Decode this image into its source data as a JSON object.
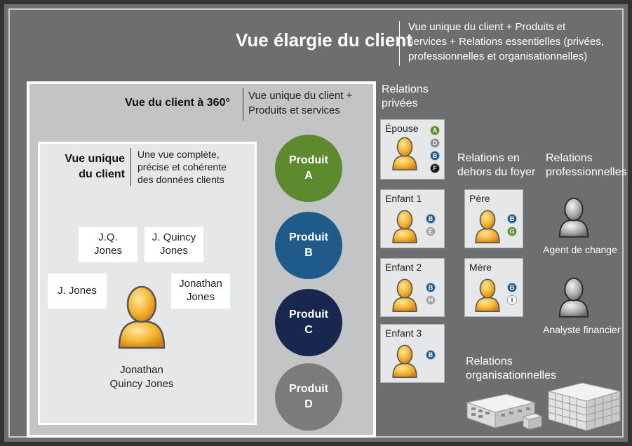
{
  "header": {
    "title": "Vue élargie du client",
    "description_lines": [
      "Vue unique du client + Produits et",
      "services + Relations essentielles (privées,",
      "professionnelles et organisationnelles)"
    ]
  },
  "view360": {
    "title": "Vue du client à 360°",
    "description_lines": [
      "Vue unique du client +",
      "Produits et services"
    ]
  },
  "single_view": {
    "title_lines": [
      "Vue unique",
      "du client"
    ],
    "description_lines": [
      "Une vue complète,",
      "précise et cohérente",
      "des données clients"
    ],
    "names": [
      {
        "lines": [
          "J.Q.",
          "Jones"
        ]
      },
      {
        "lines": [
          "J. Quincy",
          "Jones"
        ]
      },
      {
        "lines": [
          "J. Jones"
        ]
      },
      {
        "lines": [
          "Jonathan",
          "Jones"
        ]
      }
    ],
    "customer_lines": [
      "Jonathan",
      "Quincy Jones"
    ]
  },
  "products": [
    {
      "word": "Produit",
      "letter": "A",
      "color": "#5d8a2f"
    },
    {
      "word": "Produit",
      "letter": "B",
      "color": "#1e5a8a"
    },
    {
      "word": "Produit",
      "letter": "C",
      "color": "#17274d"
    },
    {
      "word": "Produit",
      "letter": "D",
      "color": "#7a7b7d"
    }
  ],
  "private_relations": {
    "heading_lines": [
      "Relations",
      "privées"
    ],
    "spouse": {
      "label": "Épouse",
      "badges": [
        {
          "letter": "A",
          "color": "#5d8a2f"
        },
        {
          "letter": "D",
          "color": "#8a8b8d"
        },
        {
          "letter": "B",
          "color": "#1e5a8a"
        },
        {
          "letter": "F",
          "color": "#111111"
        }
      ]
    },
    "children": [
      {
        "label": "Enfant 1",
        "badges": [
          {
            "letter": "B",
            "color": "#1e5a8a"
          },
          {
            "letter": "E",
            "color": "#a0a1a3"
          }
        ]
      },
      {
        "label": "Enfant 2",
        "badges": [
          {
            "letter": "B",
            "color": "#1e5a8a"
          },
          {
            "letter": "H",
            "color": "#a0a1a3"
          }
        ]
      },
      {
        "label": "Enfant 3",
        "badges": [
          {
            "letter": "B",
            "color": "#1e5a8a"
          }
        ]
      }
    ]
  },
  "outside_household": {
    "heading_lines": [
      "Relations en",
      "dehors du foyer"
    ],
    "members": [
      {
        "label": "Père",
        "badges": [
          {
            "letter": "B",
            "color": "#1e5a8a"
          },
          {
            "letter": "G",
            "color": "#5d8a2f"
          }
        ]
      },
      {
        "label": "Mère",
        "badges": [
          {
            "letter": "B",
            "color": "#1e5a8a"
          },
          {
            "letter": "I",
            "color": "#ffffff"
          }
        ]
      }
    ]
  },
  "professional_relations": {
    "heading_lines": [
      "Relations",
      "professionnelles"
    ],
    "members": [
      "Agent de change",
      "Analyste financier"
    ]
  },
  "organizational_relations": {
    "heading_lines": [
      "Relations",
      "organisationnelles"
    ]
  }
}
